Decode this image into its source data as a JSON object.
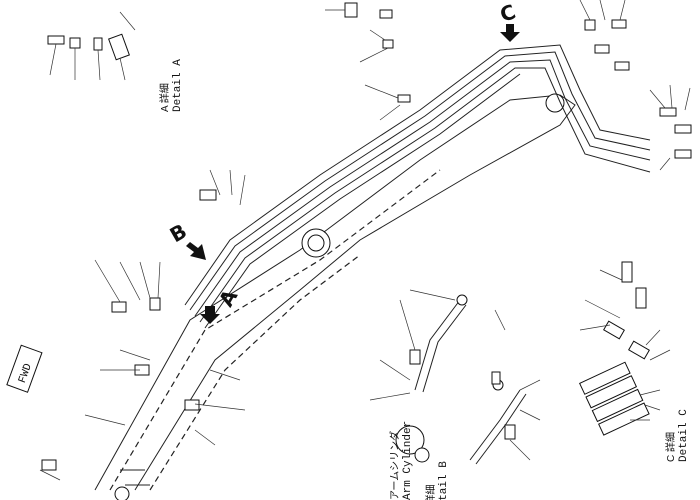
{
  "diagram": {
    "detail_a": {
      "jp": "A 詳細",
      "en": "Detail A"
    },
    "detail_b": {
      "jp": "B 詳細",
      "en": "Detail B"
    },
    "detail_c": {
      "jp": "C 詳細",
      "en": "Detail C"
    },
    "arm_cylinder": {
      "jp": "アームシリンダ",
      "en": "Arm Cylinder"
    },
    "view_markers": {
      "a": "A",
      "b": "B",
      "c": "C"
    },
    "fwd_label": "FWD"
  }
}
